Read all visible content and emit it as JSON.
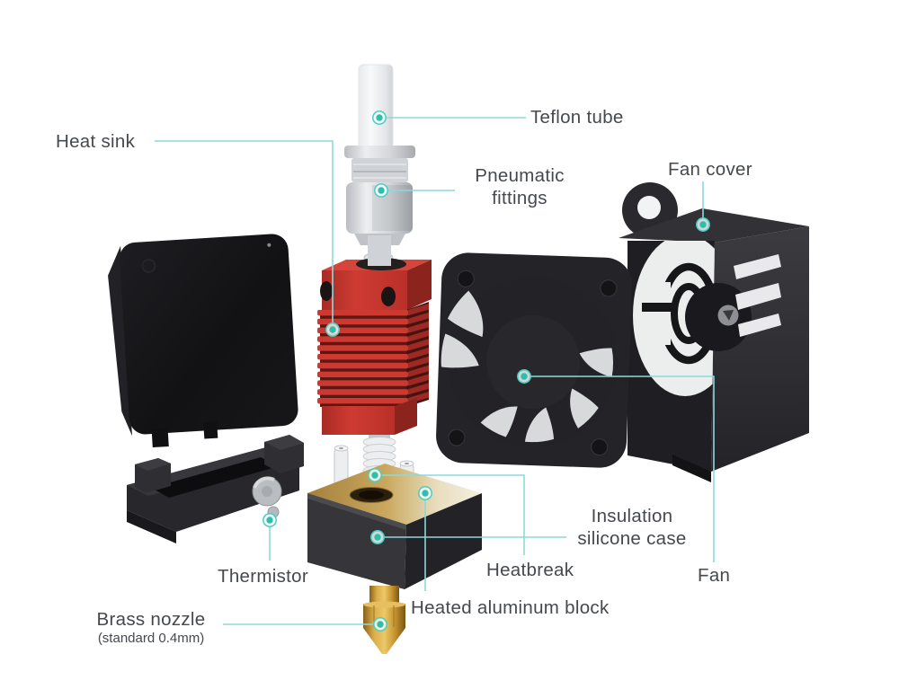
{
  "diagram": {
    "title_context": "3D printer hotend exploded view",
    "labels": {
      "teflon_tube": "Teflon tube",
      "heat_sink": "Heat sink",
      "pneumatic_line1": "Pneumatic",
      "pneumatic_line2": "fittings",
      "fan_cover": "Fan cover",
      "insulation_line1": "Insulation",
      "insulation_line2": "silicone case",
      "fan": "Fan",
      "heatbreak": "Heatbreak",
      "heated_block": "Heated aluminum block",
      "thermistor": "Thermistor",
      "brass_nozzle": "Brass nozzle",
      "brass_nozzle_sub": "(standard 0.4mm)"
    },
    "colors": {
      "callout_line": "#86dade",
      "callout_dot": "#2fc7b9",
      "text": "#45494d",
      "heatsink_red": "#c83831",
      "brass_gold": "#c8992f",
      "part_black": "#1c1c1f",
      "metal_silver": "#d9dbde"
    }
  }
}
